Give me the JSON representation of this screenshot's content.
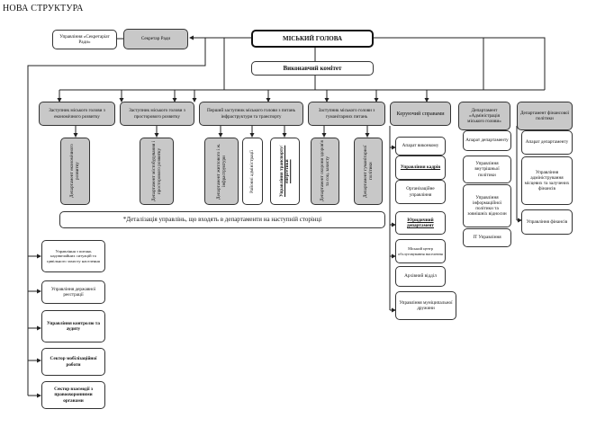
{
  "page_title": "НОВА СТРУКТУРА",
  "top": {
    "mayor": "МІСЬКИЙ ГОЛОВА",
    "executive_committee": "Виконавчий комітет",
    "council_secretary": "Секретар Ради",
    "council_secretariat": "Управління «Секретаріат Ради»"
  },
  "deputies": [
    {
      "label": "Заступник міського голови з економічного розвитку",
      "children": [
        {
          "label": "Департамент економічного розвитку",
          "style": "gray"
        }
      ]
    },
    {
      "label": "Заступник міського голови з просторового розвитку",
      "children": [
        {
          "label": "Департамент містобудування і просторового розвитку",
          "style": "gray"
        }
      ]
    },
    {
      "label": "Перший заступник міського голови з питань інфраструктури та транспорту",
      "children": [
        {
          "label": "Департамент житлового і ж. інфраструктури",
          "style": "gray"
        },
        {
          "label": "Районні адміністрації",
          "style": "white"
        },
        {
          "label": "Управління транспорту/енергетики",
          "style": "white-underline"
        }
      ]
    },
    {
      "label": "Заступник міського голови з гуманітарних питань",
      "children": [
        {
          "label": "Департамент охорони здоров'я та соц. захисту",
          "style": "gray"
        },
        {
          "label": "Департамент гуманітарної політики",
          "style": "gray"
        }
      ]
    }
  ],
  "keruyuchyi": {
    "label": "Керуючий справами",
    "children": [
      {
        "label": "Апарат виконкому",
        "bold": false
      },
      {
        "label": "Управління кадрів",
        "bold": true
      },
      {
        "label": "Організаційне управління",
        "bold": false
      },
      {
        "label": "Юридичний департамент",
        "bold": true
      },
      {
        "label": "Міський центр обслуговування населення",
        "bold": false
      },
      {
        "label": "Архівний відділ",
        "bold": false
      },
      {
        "label": "Управління муніципальної дружини",
        "bold": false
      }
    ]
  },
  "admin_dept": {
    "label": "Департамент «Адміністрація міського голови»",
    "children": [
      "Апарат департаменту",
      "Управління внутрішньої політики",
      "Управління інформаційної політики та зовнішніх відносин",
      "IT Управління"
    ]
  },
  "finance_dept": {
    "label": "Департамент фінансової політики",
    "children": [
      "Апарат департаменту",
      "Управління адміністрування місцевих та залучених фінансів",
      "Управління фінансів"
    ]
  },
  "note": "*Деталізація управлінь, що входять в департаменти на наступній сторінці",
  "left_column": [
    {
      "label": "Управління з питань надзвичайних ситуацій та цивільного захисту населення",
      "bold": false
    },
    {
      "label": "Управління державної реєстрації",
      "bold": false
    },
    {
      "label": "Управління контролю та аудиту",
      "bold": true
    },
    {
      "label": "Сектор мобілізаційної роботи",
      "bold": true
    },
    {
      "label": "Сектор взаємодії з правоохоронними органами",
      "bold": true
    }
  ]
}
